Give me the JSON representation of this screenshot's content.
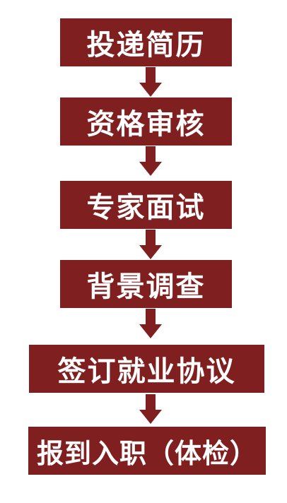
{
  "steps": [
    {
      "label": "投递简历"
    },
    {
      "label": "资格审核"
    },
    {
      "label": "专家面试"
    },
    {
      "label": "背景调查"
    },
    {
      "label": "签订就业协议"
    },
    {
      "label": "报到入职（体检）"
    }
  ],
  "colors": {
    "box": "#7f1f1f",
    "arrow": "#7f1f1f",
    "text": "#ffffff",
    "background": "#ffffff"
  },
  "icons": {
    "connector": "down-arrow-icon"
  }
}
